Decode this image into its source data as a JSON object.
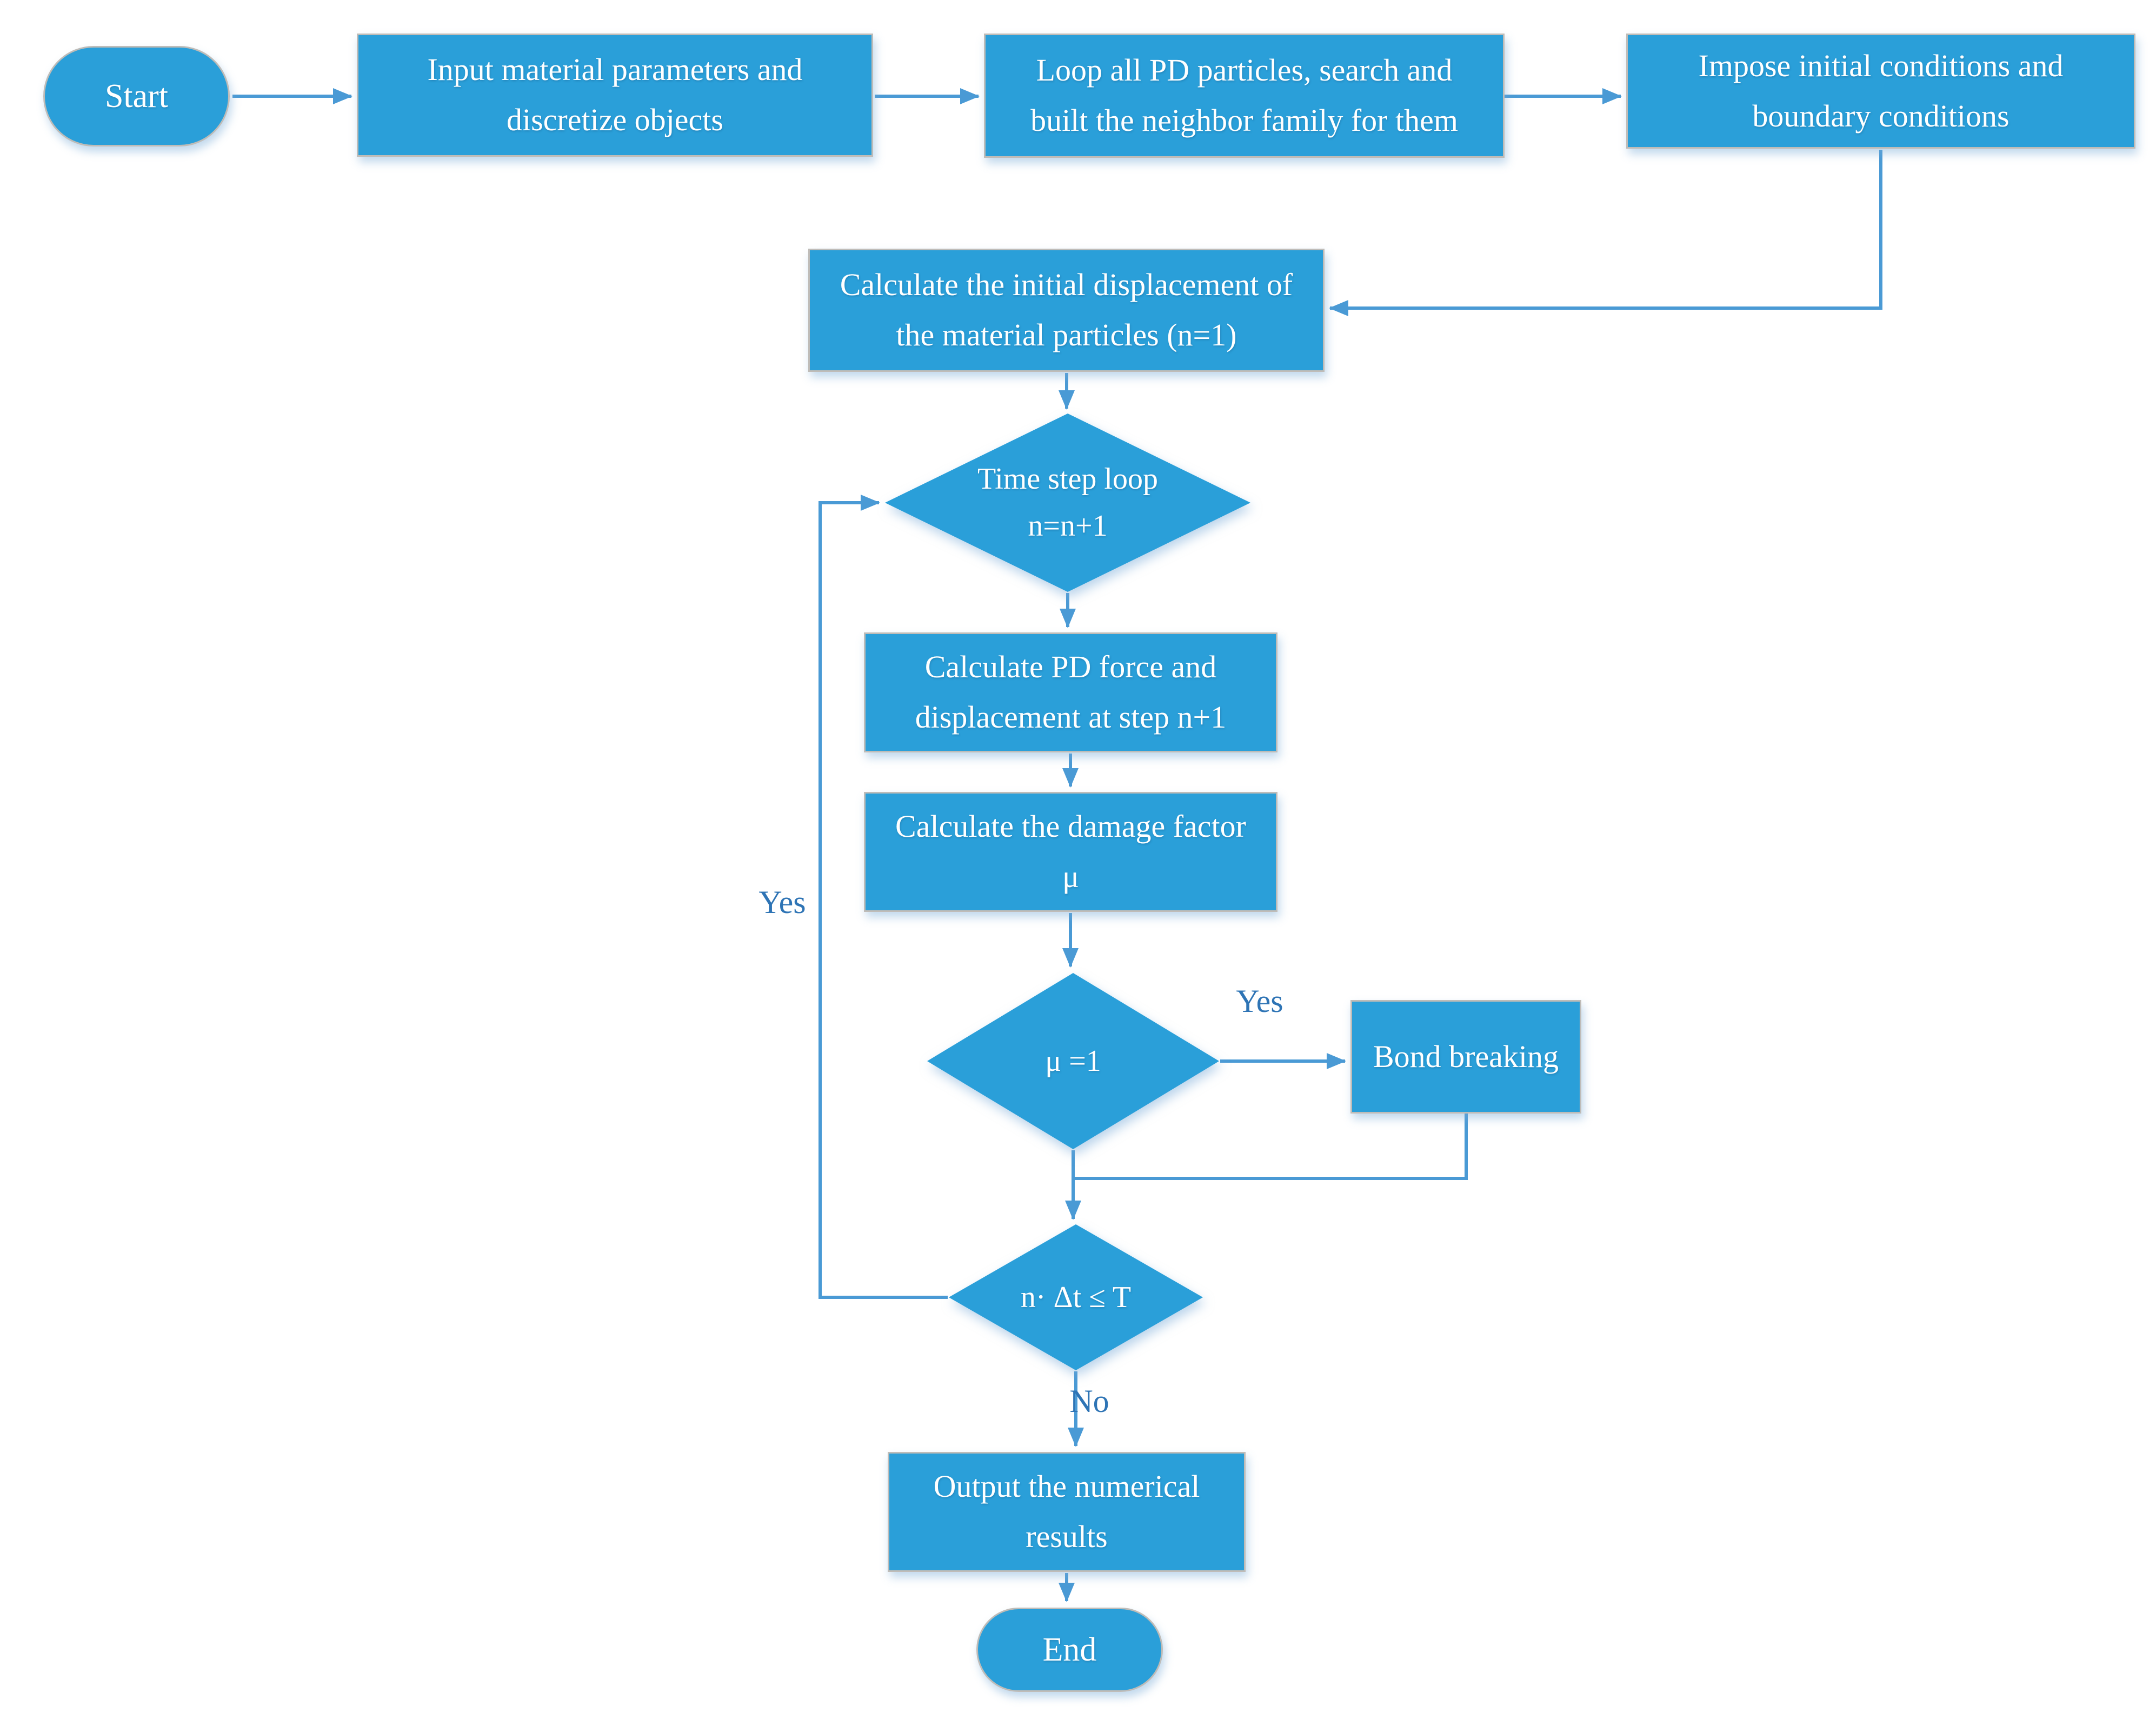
{
  "diagram": {
    "colors": {
      "shape_fill": "#2A9FD9",
      "shape_text": "#FFFFFF",
      "connector": "#4A9AD5",
      "edge_label_color": "#2E74B5",
      "box_border": "#BFBCB8",
      "canvas_bg": "#FFFFFF"
    },
    "nodes": {
      "start": {
        "label": "Start"
      },
      "input_params": {
        "label": "Input material parameters and\ndiscretize objects"
      },
      "loop_particles": {
        "label": "Loop all PD particles, search and\nbuilt the neighbor family for them"
      },
      "impose_conditions": {
        "label": "Impose initial conditions and\nboundary conditions"
      },
      "initial_displacement": {
        "label": "Calculate the initial displacement of\nthe material particles (n=1)"
      },
      "time_step_loop": {
        "label": "Time step loop\nn=n+1"
      },
      "pd_force": {
        "label": "Calculate PD force and\ndisplacement at step n+1"
      },
      "damage_factor": {
        "label": "Calculate the damage factor\nμ"
      },
      "mu_check": {
        "label": "μ =1"
      },
      "bond_breaking": {
        "label": "Bond breaking"
      },
      "time_check": {
        "label": "n· Δt ≤ T"
      },
      "output_results": {
        "label": "Output the numerical\nresults"
      },
      "end": {
        "label": "End"
      }
    },
    "edge_labels": {
      "mu_yes": "Yes",
      "loop_yes": "Yes",
      "time_no": "No"
    }
  }
}
